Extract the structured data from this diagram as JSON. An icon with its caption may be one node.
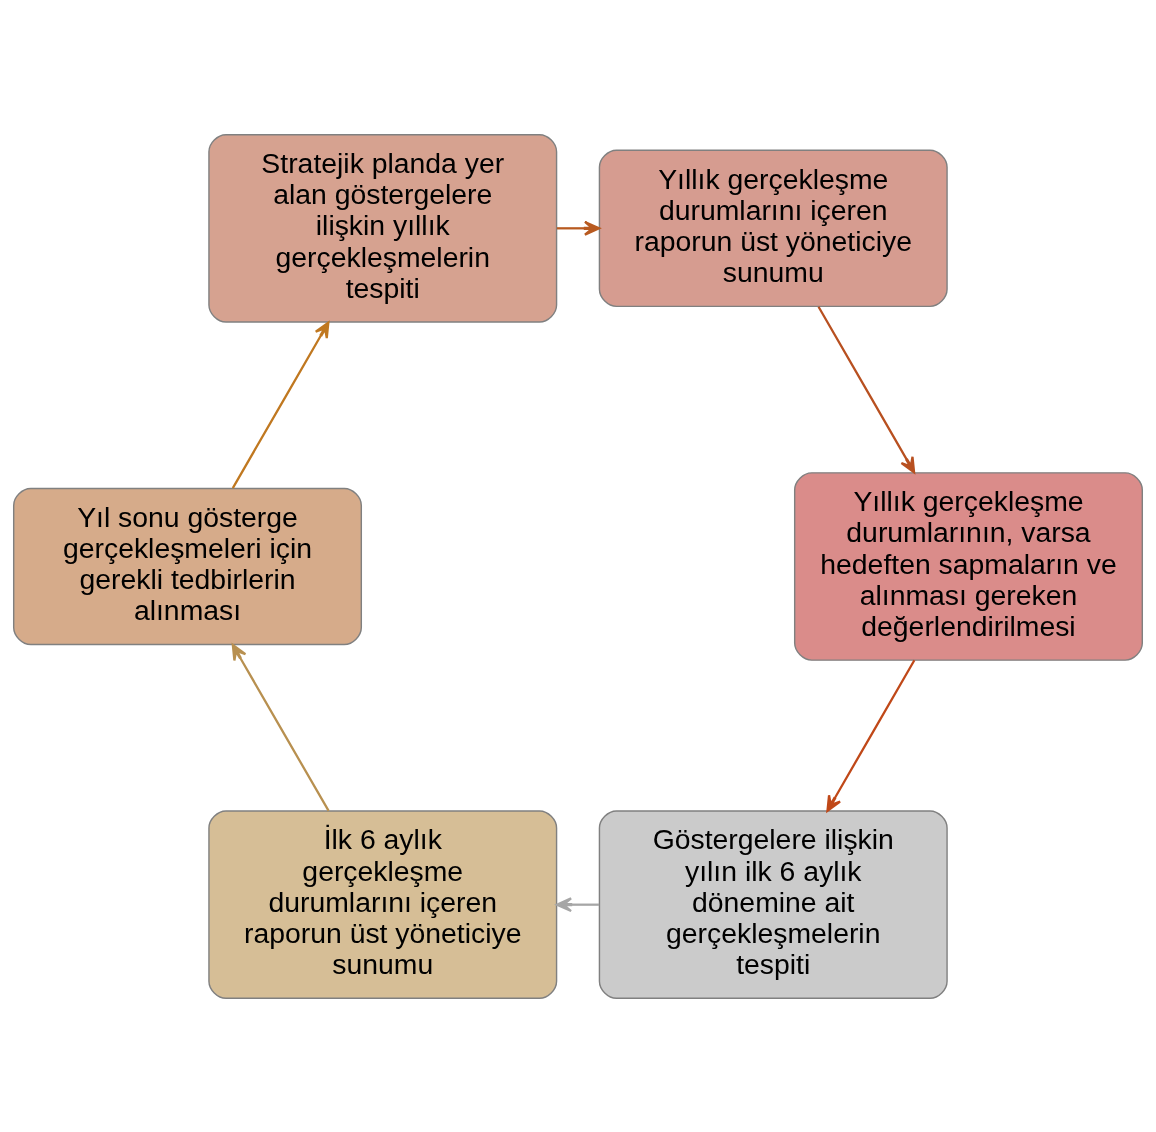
{
  "diagram": {
    "nodes": [
      {
        "text": [
          "Göstergelere ilişkin yılın ilk 6 aylık dönemine ait gerçekleşmelerin tespiti"
        ]
      },
      {
        "text": [
          "İlk 6 aylık gerçekleşme durumlarını içeren raporun üst yöneticiye sunumu"
        ]
      },
      {
        "text": [
          "Yıl sonu gösterge gerçekleşmeleri için gerekli tedbirlerin alınması"
        ]
      },
      {
        "text": [
          "Stratejik planda yer alan göstergelere ilişkin yıllık gerçekleşmelerin tespiti"
        ]
      },
      {
        "text": [
          "Yıllık gerçekleşme durumlarını içeren raporun üst yöneticiye sunumu"
        ]
      },
      {
        "text": [
          "Yıllık gerçekleşme durumlarının, varsa hedeften sapmaların ve alınması gereken değerlendirilmesi"
        ]
      }
    ],
    "edges": [
      {
        "from": 0,
        "to": 1,
        "arrow": "to",
        "color": "#a6a6a6"
      },
      {
        "from": 1,
        "to": 2,
        "arrow": "to",
        "color": "#b89050"
      },
      {
        "from": 2,
        "to": 3,
        "arrow": "to",
        "color": "#c07820"
      },
      {
        "from": 3,
        "to": 4,
        "arrow": "to",
        "color": "#b85a20"
      },
      {
        "from": 4,
        "to": 5,
        "arrow": "to",
        "color": "#b85020"
      },
      {
        "from": 5,
        "to": 0,
        "arrow": "to",
        "color": "#c04818"
      }
    ]
  }
}
